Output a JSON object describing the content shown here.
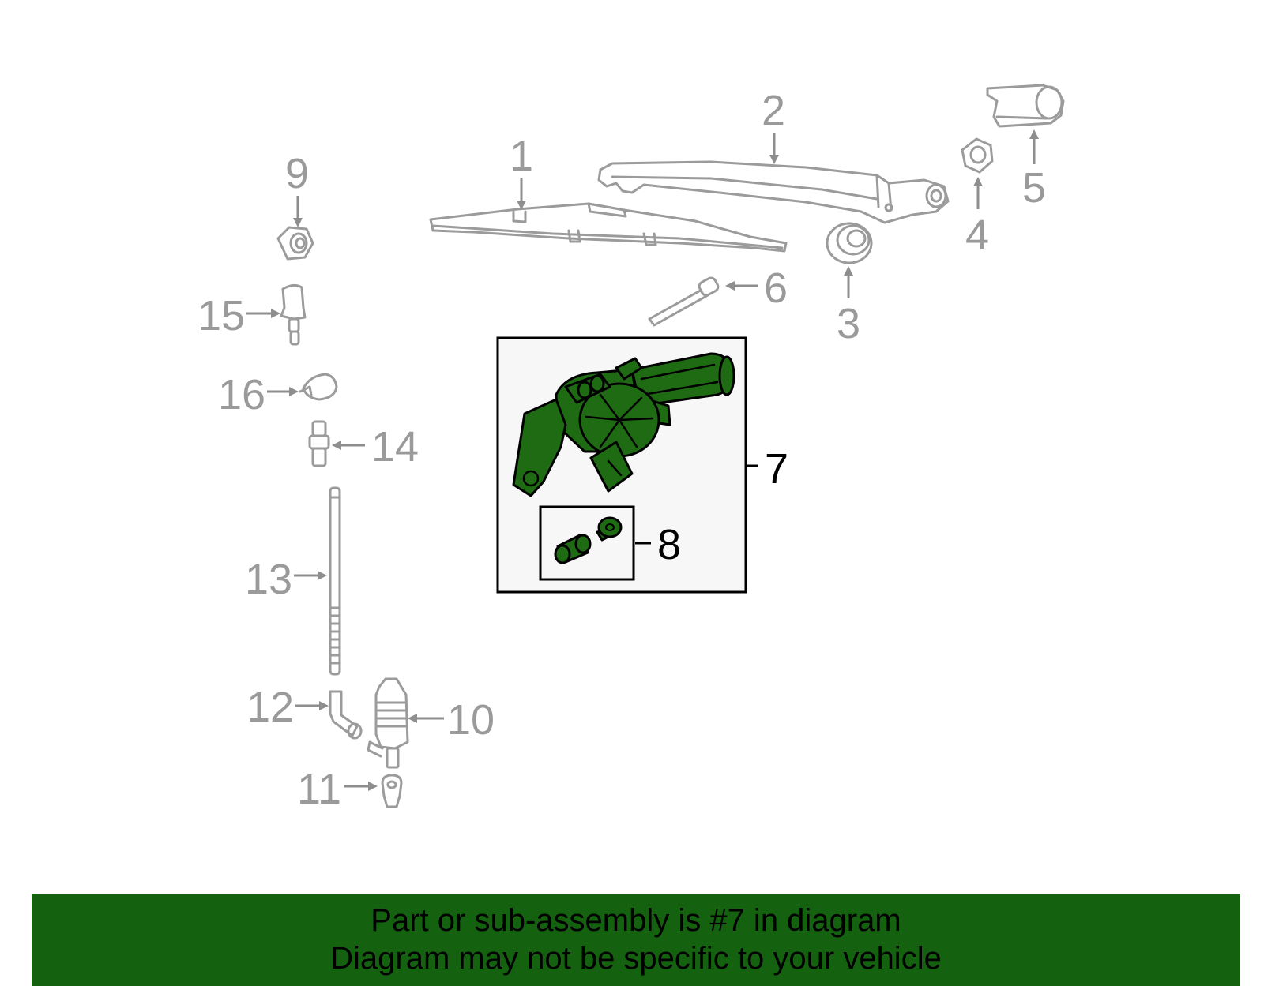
{
  "diagram": {
    "callouts": {
      "c1": "1",
      "c2": "2",
      "c3": "3",
      "c4": "4",
      "c5": "5",
      "c6": "6",
      "c7": "7",
      "c8": "8",
      "c9": "9",
      "c10": "10",
      "c11": "11",
      "c12": "12",
      "c13": "13",
      "c14": "14",
      "c15": "15",
      "c16": "16"
    },
    "highlight_color": "#1f6b14",
    "outline_color": "#9b9b9b"
  },
  "banner": {
    "line1": "Part or sub-assembly is #7 in diagram",
    "line2": "Diagram may not be specific to your vehicle",
    "background": "#14620f"
  }
}
